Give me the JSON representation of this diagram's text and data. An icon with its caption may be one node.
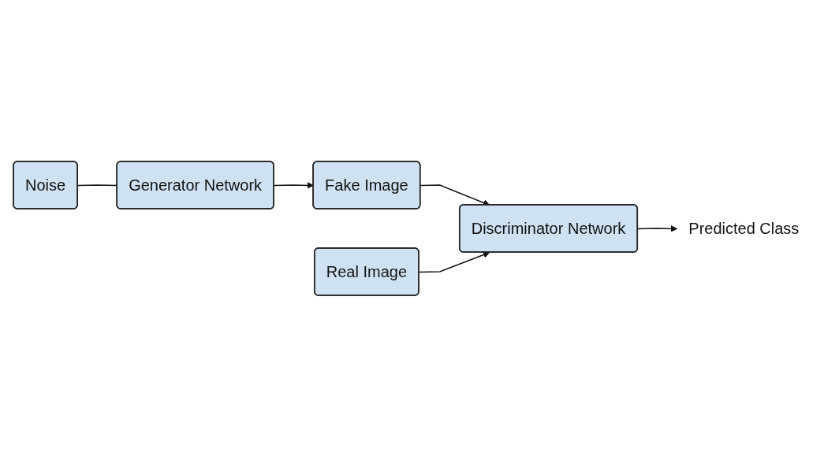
{
  "diagram": {
    "nodes": [
      {
        "text": [
          "Noise"
        ]
      },
      {
        "text": [
          "Generator Network"
        ]
      },
      {
        "text": [
          "Fake Image"
        ]
      },
      {
        "text": [
          "Real Image"
        ]
      },
      {
        "text": [
          "Discriminator Network"
        ]
      },
      {
        "text": [
          "Predicted Class"
        ]
      }
    ],
    "edges": [
      {
        "from": 0,
        "to": 1,
        "arrow": "none"
      },
      {
        "from": 1,
        "to": 2,
        "arrow": "to"
      },
      {
        "from": 2,
        "to": 4,
        "arrow": "to"
      },
      {
        "from": 3,
        "to": 4,
        "arrow": "to"
      },
      {
        "from": 4,
        "to": 5,
        "arrow": "to"
      }
    ]
  }
}
